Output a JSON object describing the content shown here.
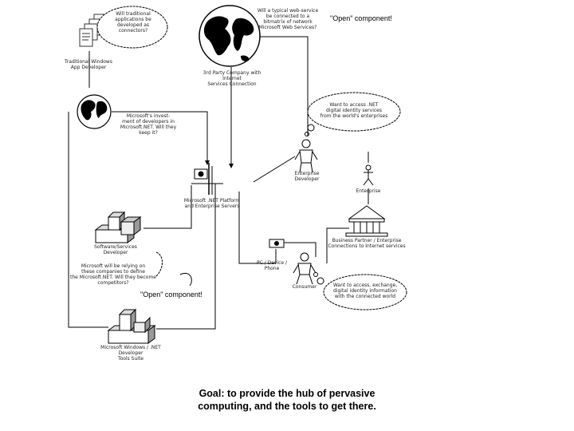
{
  "labels": {
    "apps_question": "Will traditional\napplications be\ndeveloped as\nconnectors?",
    "traditional_dev": "Traditional Windows\nApp Developer",
    "web_services_question": "Will a typical web-service\nbe connected to a\nbitmatrix of network\nMicrosoft Web Services?",
    "third_party": "3rd Party Company with Internet\nServices Connection",
    "ms_investment": "Microsoft's invest-\nment of developers in\nMicrosoft.NET. Will they\nkeep it?",
    "fit_question": "Want to access .NET\ndigital identity services\nfrom the world's enterprises",
    "enterprise_dev": "Enterprise\nDeveloper",
    "net_platform": "Microsoft .NET Platform\nand Enterprise Servers",
    "enterprise": "Enterprise",
    "business_label": "Business Partner / Enterprise\nConnections to Internet services",
    "software_developer": "Software/Services\nDeveloper",
    "consumer_device": "PC / Device / Phone",
    "consumer": "Consumer",
    "consumer_question": "Want to access, exchange,\ndigital identity information\nwith the connected world",
    "ms_question": "Microsoft will be relying on\nthese companies to define\nthe Microsoft.NET. Will they become\ncompetitors?",
    "ms_dev_tools": "Microsoft Windows / .NET Developer\nTools Suite"
  },
  "open_component_1": "\"Open\" component!",
  "open_component_2": "\"Open\" component!",
  "goal_line1": "Goal: to provide the hub of pervasive",
  "goal_line2": "computing, and the tools to get there."
}
